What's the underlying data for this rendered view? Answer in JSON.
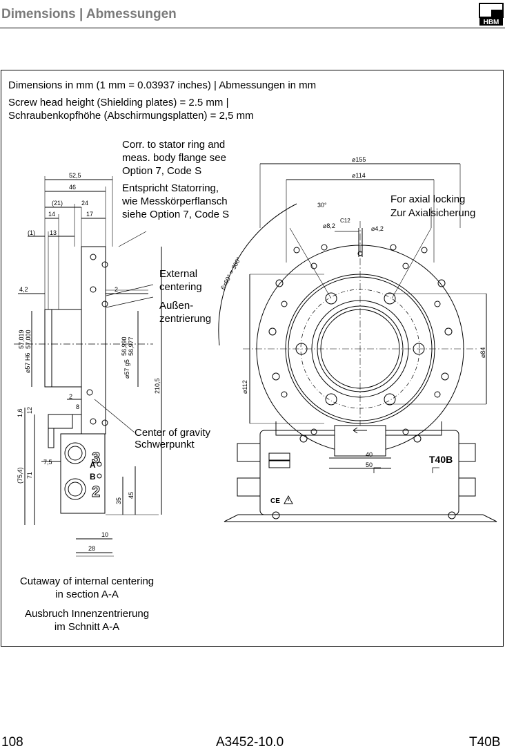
{
  "header": {
    "title": "Dimensions | Abmessungen",
    "logo_icon": "hbm-logo-icon",
    "logo_text": "HBM"
  },
  "notes": {
    "line1": "Dimensions in mm (1 mm = 0.03937 inches) | Abmessungen in mm",
    "line2": "Screw head height (Shielding plates) = 2.5 mm |",
    "line3": "Schraubenkopfhöhe (Abschirmungsplatten) = 2,5 mm"
  },
  "callouts": {
    "corr1": "Corr. to stator ring and",
    "corr2": "meas. body flange see",
    "corr3": "Option 7, Code S",
    "ent1": "Entspricht Statorring,",
    "ent2": "wie Messkörperflansch",
    "ent3": "siehe Option 7, Code S",
    "ext1": "External",
    "ext2": "centering",
    "aus1": "Außen-",
    "aus2": "zentrierung",
    "cog1": "Center of gravity",
    "cog2": "Schwerpunkt",
    "axial1": "For axial locking",
    "axial2": "Zur Axialsicherung",
    "cut1": "Cutaway of internal centering",
    "cut2": "in section A-A",
    "aus_in1": "Ausbruch Innenzentrierung",
    "aus_in2": "im Schnitt A-A"
  },
  "dims": {
    "d52_5": "52,5",
    "d46": "46",
    "d21": "(21)",
    "d24": "24",
    "d14": "14",
    "d17": "17",
    "d1": "(1)",
    "d13": "13",
    "d4_2": "4,2",
    "d2a": "2",
    "d57h6": "⌀57 H6",
    "d57h6a": "57,019",
    "d57h6b": "57,000",
    "d57g5": "⌀57 g5",
    "d57g5a": "56,990",
    "d57g5b": "56,977",
    "d210_5": "210,5",
    "d2b": "2",
    "d8": "8",
    "d1_6": "1,6",
    "d12": "12",
    "d7_5": "7,5",
    "d75_4": "(75,4)",
    "d71": "71",
    "d35": "35",
    "d45": "45",
    "d10": "10",
    "d28": "28",
    "lbl_a": "A",
    "lbl_b": "B",
    "num3": "3",
    "num2": "2",
    "d155": "⌀155",
    "d114": "⌀114",
    "d30": "30°",
    "d8_2": "⌀8,2",
    "c12": "C12",
    "d4_2b": "⌀4,2",
    "angle": "6x60° = 360°",
    "d112": "⌀112",
    "d84": "⌀84",
    "d40": "40",
    "d50": "50",
    "t40b": "T40B",
    "ce": "CE"
  },
  "footer": {
    "page": "108",
    "doc": "A3452-10.0",
    "product": "T40B"
  }
}
